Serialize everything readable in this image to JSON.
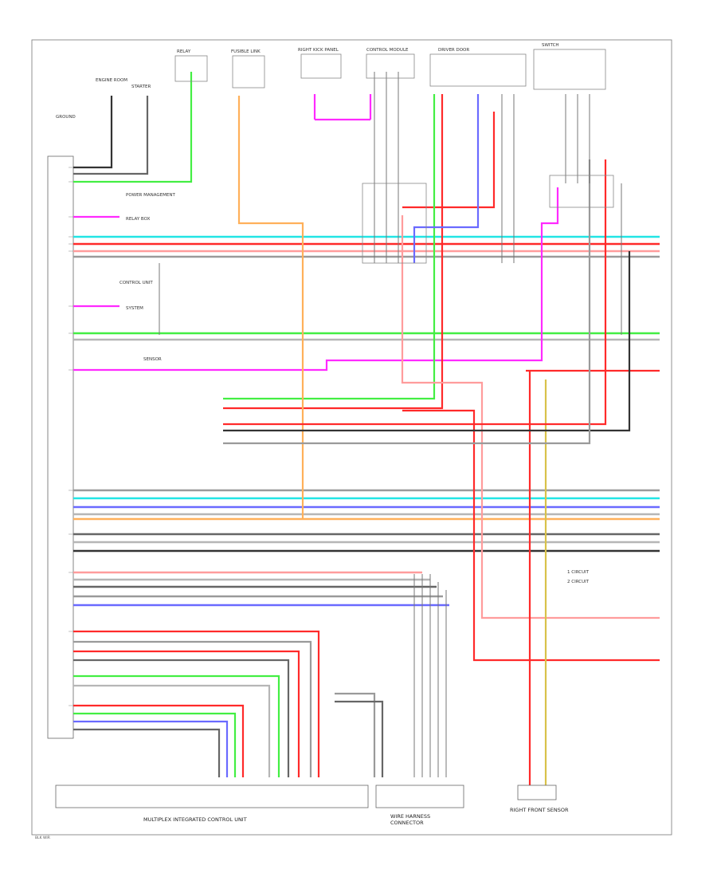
{
  "labels": {
    "top": [
      "ENGINE ROOM",
      "STARTER",
      "GROUND",
      "RELAY",
      "FUSIBLE LINK",
      "RIGHT KICK PANEL",
      "CONTROL MODULE",
      "DRIVER DOOR",
      "SWITCH"
    ],
    "left_side": [
      "POWER MANAGEMENT",
      "RELAY BOX",
      "CONTROL UNIT",
      "SYSTEM",
      "SENSOR"
    ],
    "bottom_connectors": [
      "MULTIPLEX INTEGRATED CONTROL UNIT",
      "WIRE HARNESS",
      "CONNECTOR",
      "RIGHT FRONT SENSOR"
    ],
    "footer": "BLK WIR"
  },
  "legend": [
    "1  CIRCUIT",
    "2  CIRCUIT"
  ],
  "colors": {
    "red": "#ff2a2a",
    "pink": "#ff9c9c",
    "green": "#43ee43",
    "cyan": "#22e5e5",
    "blue": "#6a6aff",
    "magenta": "#ff2aff",
    "orange": "#ffb05a",
    "yellow": "#d8c24a",
    "gray": "#9a9a9a",
    "black": "#333333"
  }
}
